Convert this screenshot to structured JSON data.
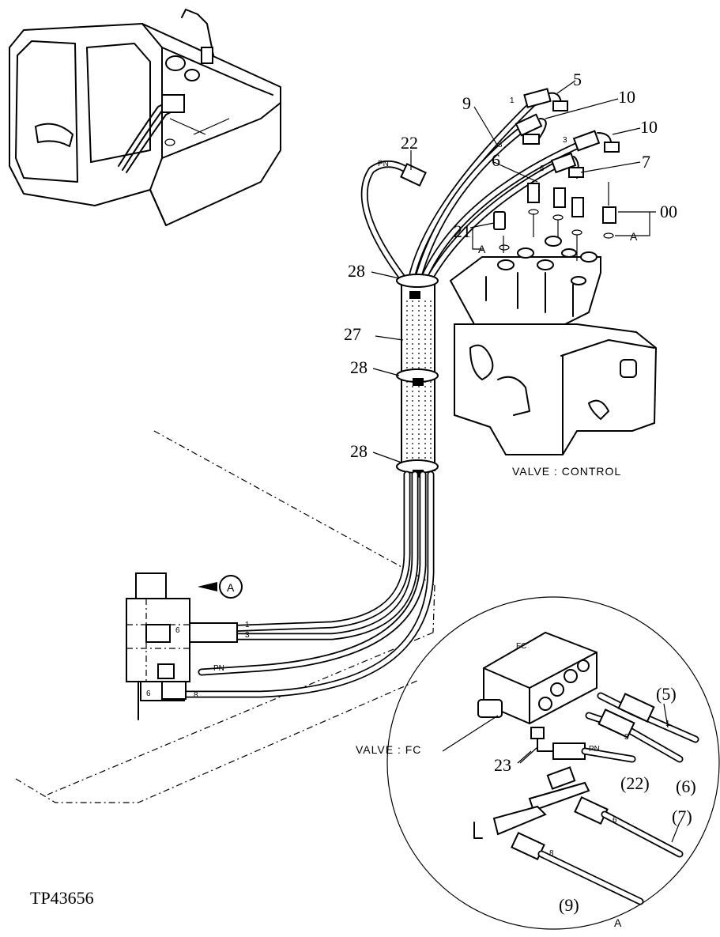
{
  "diagram": {
    "drawing_id": "TP43656",
    "captions": {
      "valve_control": "VALVE : CONTROL",
      "valve_fc": "VALVE : FC"
    },
    "callouts": {
      "c5": "5",
      "c9": "9",
      "c10a": "10",
      "c10b": "10",
      "c22": "22",
      "c6": "6",
      "c7": "7",
      "c00": "00",
      "c21": "21",
      "cA1": "A",
      "cA2": "A",
      "c28a": "28",
      "c27": "27",
      "c28b": "28",
      "c28c": "28",
      "cA_circle": "A",
      "c5p": "(5)",
      "c6p": "(6)",
      "c7p": "(7)",
      "c9p": "(9)",
      "c22p": "(22)",
      "c23": "23",
      "cA_detail": "A"
    },
    "hose_tags": {
      "pn1": "PN",
      "pn2": "PN",
      "pn3": "PN",
      "t1a": "1",
      "t8a": "8",
      "t3a": "3",
      "t6a": "6",
      "t1b": "1",
      "t3b": "3",
      "t6b": "6",
      "t8b": "8",
      "t6c": "6",
      "t1c": "1",
      "t3c": "3",
      "t6d": "6",
      "t8c": "8",
      "fc": "FC"
    }
  }
}
